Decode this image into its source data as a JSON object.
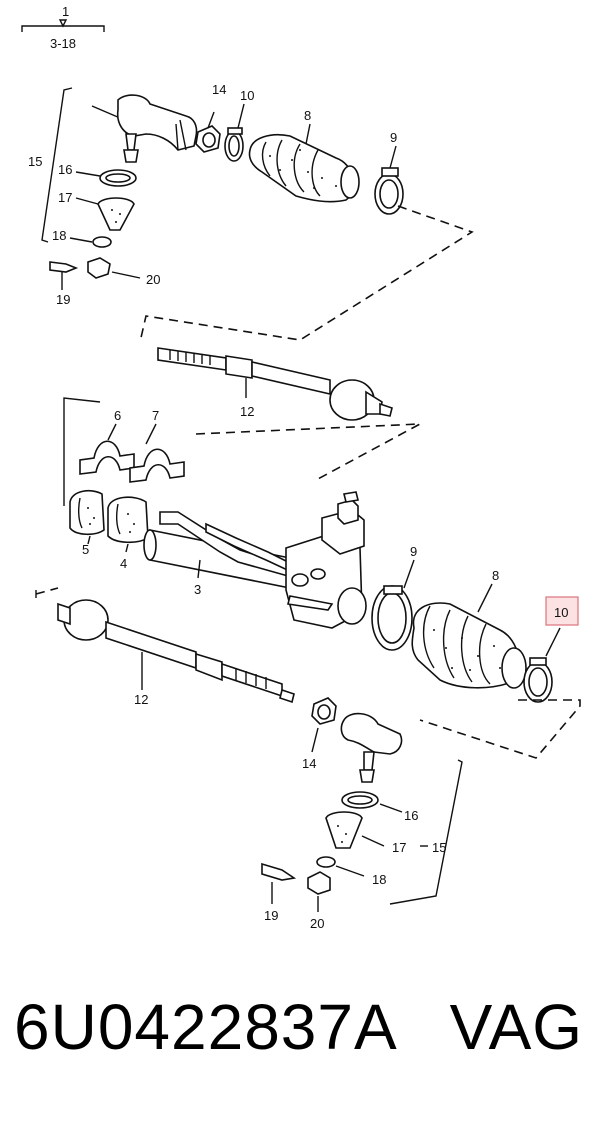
{
  "header": {
    "top_number": "1",
    "range": "3-18"
  },
  "callouts": {
    "upper_assembly": {
      "n15": "15",
      "n16": "16",
      "n17": "17",
      "n18": "18",
      "n19": "19",
      "n20": "20",
      "n14": "14",
      "n10": "10",
      "n8": "8",
      "n9": "9"
    },
    "inner_tie_rod_upper": {
      "n12": "12"
    },
    "rack_housing": {
      "n6": "6",
      "n7": "7",
      "n5": "5",
      "n4": "4",
      "n3": "3",
      "n9": "9",
      "n8": "8",
      "n10_highlighted": "10"
    },
    "lower_assembly": {
      "n12": "12",
      "n14": "14",
      "n16": "16",
      "n17": "17",
      "n15": "15",
      "n18": "18",
      "n19": "19",
      "n20": "20"
    }
  },
  "highlight_color": "#fde2e4",
  "footer": {
    "part_number": "6U0422837A",
    "brand": "VAG"
  }
}
